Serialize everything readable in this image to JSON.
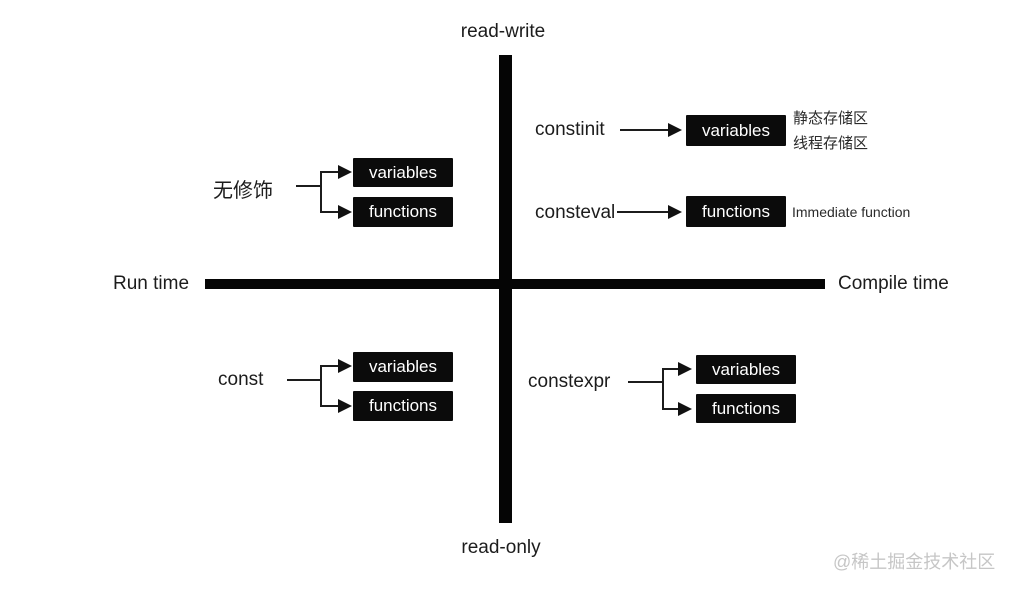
{
  "axes": {
    "top_label": "read-write",
    "bottom_label": "read-only",
    "left_label": "Run time",
    "right_label": "Compile time"
  },
  "groups": {
    "no_modifier": {
      "keyword": "无修饰",
      "targets": [
        "variables",
        "functions"
      ]
    },
    "constinit": {
      "keyword": "constinit",
      "target": "variables",
      "notes": [
        "静态存储区",
        "线程存储区"
      ]
    },
    "consteval": {
      "keyword": "consteval",
      "target": "functions",
      "note": "Immediate function"
    },
    "const": {
      "keyword": "const",
      "targets": [
        "variables",
        "functions"
      ]
    },
    "constexpr": {
      "keyword": "constexpr",
      "targets": [
        "variables",
        "functions"
      ]
    }
  },
  "watermark": "@稀土掘金技术社区",
  "colors": {
    "axis": "#050505",
    "box_background": "#0b0b0b",
    "box_text": "#ffffff",
    "watermark_text": "#c6c6c6"
  }
}
